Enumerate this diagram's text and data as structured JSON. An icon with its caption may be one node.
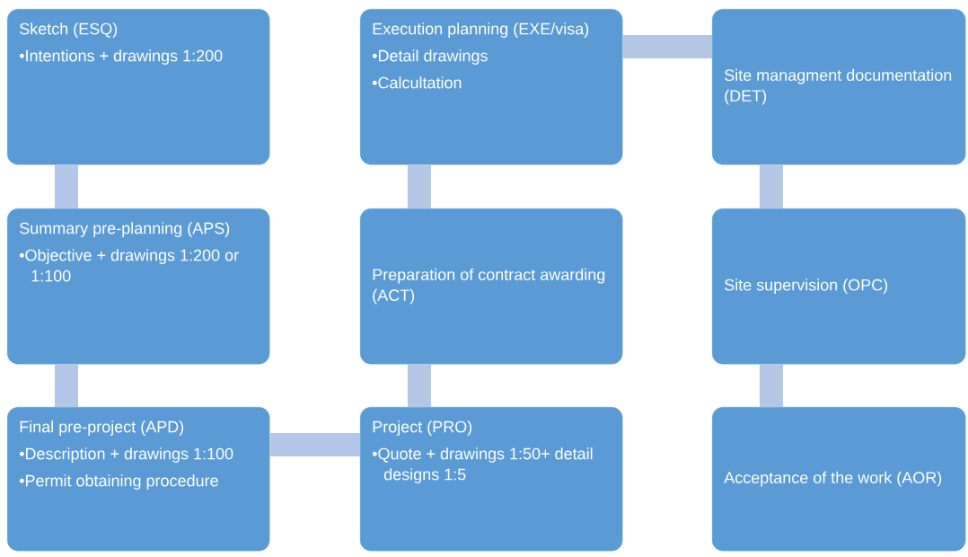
{
  "diagram": {
    "nodes": [
      {
        "text": [
          "Sketch (ESQ)",
          "•Intentions + drawings 1:200"
        ]
      },
      {
        "text": [
          "Summary pre-planning (APS)",
          "•Objective + drawings 1:200 or 1:100"
        ]
      },
      {
        "text": [
          "Final pre-project (APD)",
          "•Description + drawings 1:100",
          "•Permit obtaining procedure"
        ]
      },
      {
        "text": [
          "Project (PRO)",
          "•Quote + drawings 1:50+ detail designs 1:5"
        ]
      },
      {
        "text": [
          "Preparation of contract awarding (ACT)"
        ]
      },
      {
        "text": [
          "Execution planning (EXE/visa)",
          "•Detail drawings",
          "•Calcultation"
        ]
      },
      {
        "text": [
          "Site managment documentation (DET)"
        ]
      },
      {
        "text": [
          "Site supervision (OPC)"
        ]
      },
      {
        "text": [
          "Acceptance of the work (AOR)"
        ]
      }
    ],
    "edges": [
      {
        "from": 0,
        "to": 1,
        "arrow": "none"
      },
      {
        "from": 1,
        "to": 2,
        "arrow": "none"
      },
      {
        "from": 2,
        "to": 3,
        "arrow": "none"
      },
      {
        "from": 3,
        "to": 4,
        "arrow": "none"
      },
      {
        "from": 4,
        "to": 5,
        "arrow": "none"
      },
      {
        "from": 5,
        "to": 6,
        "arrow": "none"
      },
      {
        "from": 6,
        "to": 7,
        "arrow": "none"
      },
      {
        "from": 7,
        "to": 8,
        "arrow": "none"
      }
    ]
  }
}
